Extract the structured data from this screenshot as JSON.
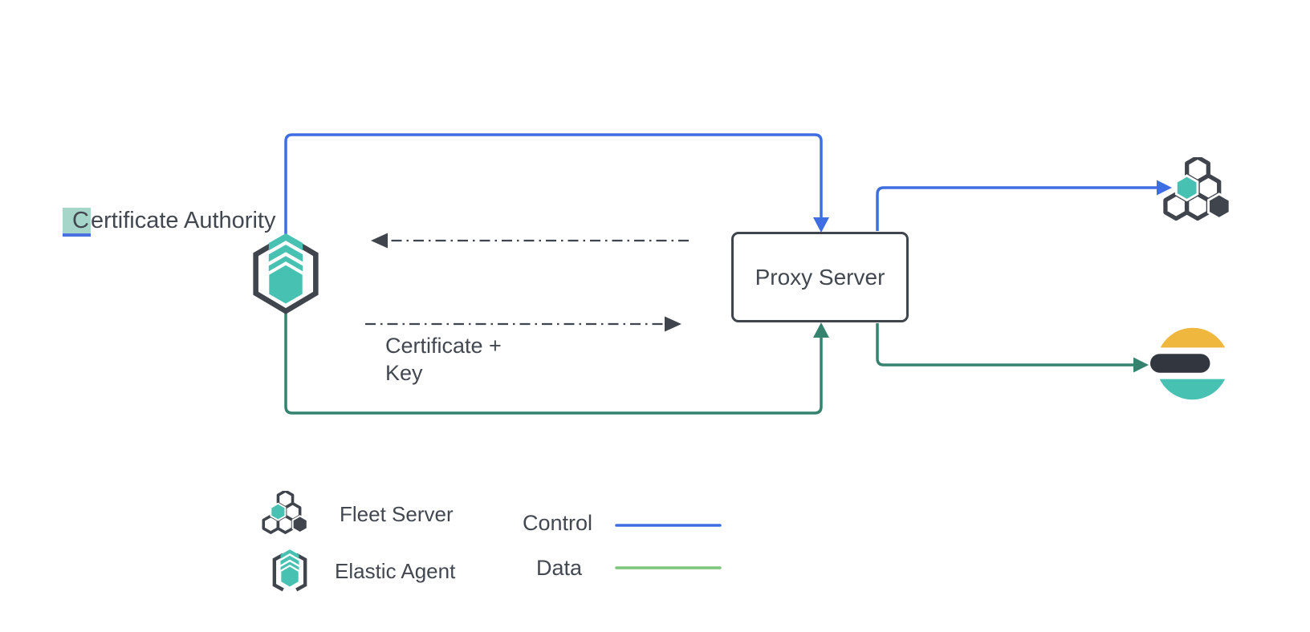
{
  "diagram": {
    "certificate_authority": {
      "selected_char": "C",
      "rest_text": "ertificate Authority"
    },
    "proxy_server_label": "Proxy Server",
    "certificate_key_label": {
      "line1": "Certificate +",
      "line2": "Key"
    }
  },
  "legend": {
    "fleet_server_label": "Fleet Server",
    "elastic_agent_label": "Elastic Agent",
    "control_label": "Control",
    "data_label": "Data"
  },
  "icons": {
    "elastic_agent": "elastic-agent-icon",
    "fleet_server": "fleet-server-icon",
    "elasticsearch": "elasticsearch-logo"
  },
  "colors": {
    "control": "#3E6EE2",
    "data": "#35836F",
    "data-legend": "#7CC57A",
    "teal": "#47C1B2",
    "dark": "#3F444D",
    "yellow": "#F0B73E",
    "es-dark": "#32363F",
    "text": "#434850",
    "selection": "#A5D6C9",
    "caret": "#4A6FE0"
  }
}
